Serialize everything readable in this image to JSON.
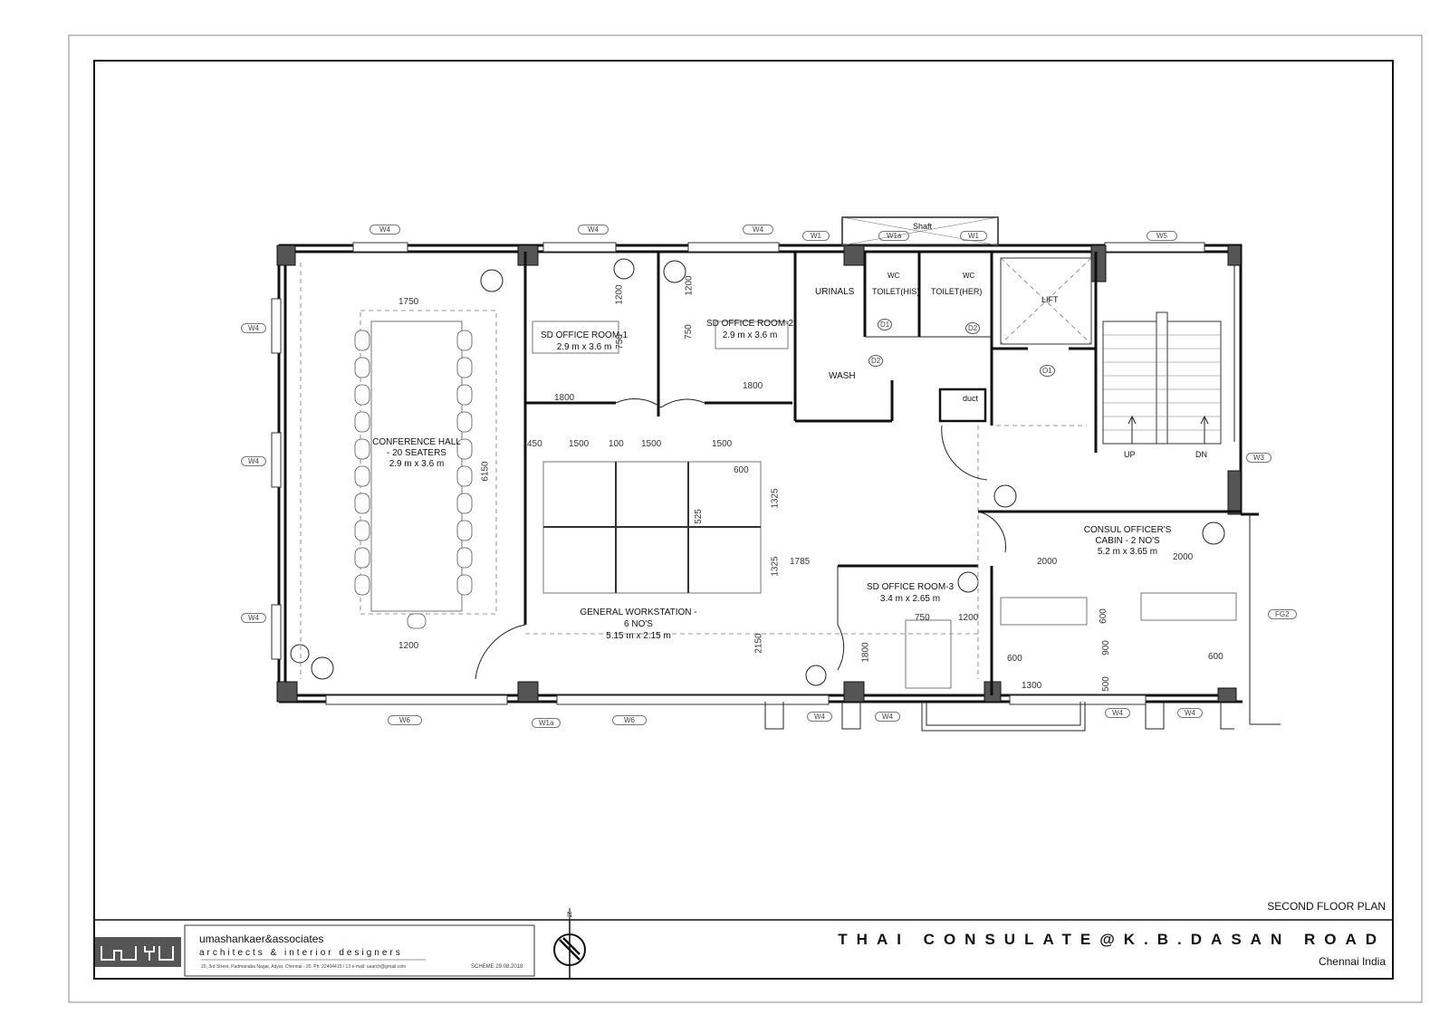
{
  "drawing": {
    "project_title": "THAI CONSULATE@K.B.DASAN ROAD",
    "location": "Chennai India",
    "sheet_name": "SECOND FLOOR PLAN",
    "firm_name": "umashankaer&associates",
    "firm_tagline": "architects & interior designers",
    "firm_address": "20, 3rd Street, Padmanaba Nagar, Adyar, Chennai - 20. Ph: 22404415 / 13   e-mail: uaarch@gmail.com",
    "scheme_date": "SCHEME 29.08.2018",
    "north_label": "N",
    "logo_text": "uשa"
  },
  "rooms": {
    "conference_name": "CONFERENCE HALL",
    "conference_seats": "- 20 SEATERS",
    "conference_size": "2.9 m x 3.6 m",
    "sd1_name": "SD OFFICE ROOM-1",
    "sd1_size": "2.9 m x 3.6 m",
    "sd2_name": "SD OFFICE ROOM-2",
    "sd2_size": "2.9 m x 3.6 m",
    "sd3_name": "SD OFFICE ROOM-3",
    "sd3_size": "3.4 m x 2.65 m",
    "urinals": "URINALS",
    "toilet_his": "TOILET(HIS)",
    "toilet_her": "TOILET(HER)",
    "wash": "WASH",
    "lift": "LIFT",
    "shaft": "Shaft",
    "duct": "duct",
    "wc1": "WC",
    "wc2": "WC",
    "up": "UP",
    "dn": "DN",
    "workstation_name": "GENERAL WORKSTATION -",
    "workstation_count": "6 NO'S",
    "workstation_size": "5.15 m x 2.15 m",
    "consul_name": "CONSUL OFFICER'S",
    "consul_count": "CABIN - 2 NO'S",
    "consul_size": "5.2 m x 3.65 m"
  },
  "tags": {
    "d1": "D1",
    "d2a": "D2",
    "d2b": "D2",
    "o1": "O1",
    "w4_top1": "W4",
    "w4_top2": "W4",
    "w4_top3": "W4",
    "w1_top": "W1",
    "w1a_top": "W1a",
    "w1_top2": "W1",
    "w5_top": "W5",
    "w4_left1": "W4",
    "w4_left2": "W4",
    "w4_left3": "W4",
    "w3_right": "W3",
    "fg2_right": "FG2",
    "w6_bot1": "W6",
    "w1a_bot": "W1a",
    "w6_bot2": "W6",
    "w4_bot1": "W4",
    "w4_bot2": "W4",
    "w4_bot3": "W4",
    "w4_bot4": "W4"
  },
  "dims": {
    "conf_top": "1750",
    "conf_bot": "1200",
    "conf_side": "6150",
    "sd1_v1": "1200",
    "sd1_v2": "750",
    "sd1_h": "1800",
    "sd2_v1": "1200",
    "sd2_v2": "750",
    "sd2_h": "1800",
    "ws_450": "450",
    "ws_1500a": "1500",
    "ws_100": "100",
    "ws_1500b": "1500",
    "ws_1500c": "1500",
    "ws_600": "600",
    "ws_525": "525",
    "ws_1325a": "1325",
    "ws_1325b": "1325",
    "ws_1785": "1785",
    "ws_2150": "2150",
    "sd3_750": "750",
    "sd3_1200": "1200",
    "sd3_1800": "1800",
    "co_2000a": "2000",
    "co_2000b": "2000",
    "co_600a": "600",
    "co_900": "900",
    "co_600b": "600",
    "co_600c": "600",
    "co_1300": "1300",
    "co_500": "500"
  }
}
